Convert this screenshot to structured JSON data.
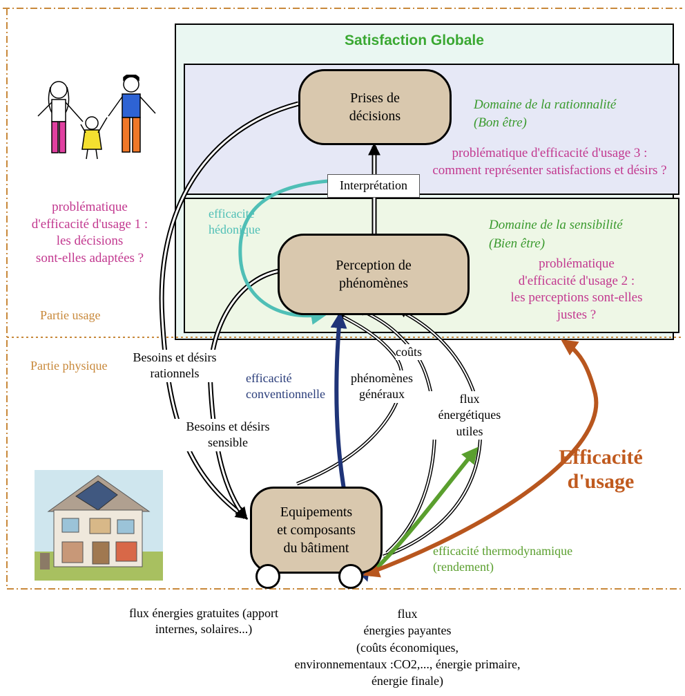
{
  "title": "Satisfaction Globale",
  "domains": {
    "rationality": {
      "name": "Domaine de la rationnalité",
      "sub": "(Bon être)"
    },
    "sensitivity": {
      "name": "Domaine de la sensibilité",
      "sub": "(Bien être)"
    }
  },
  "nodes": {
    "decisions": "Prises de\ndécisions",
    "perception": "Perception de\nphénomènes",
    "equipment": "Equipements\net composants\ndu bâtiment"
  },
  "interpretation": "Interprétation",
  "problems": {
    "p1": "problématique\nd'efficacité d'usage 1 :\nles décisions\nsont-elles adaptées ?",
    "p2": "problématique\nd'efficacité d'usage 2 :\nles perceptions sont-elles\njustes ?",
    "p3": "problématique d'efficacité d'usage 3 :\ncomment représenter satisfactions et désirs ?"
  },
  "parts": {
    "usage": "Partie usage",
    "physique": "Partie physique"
  },
  "labels": {
    "besoins_rationnels": "Besoins et désirs\nrationnels",
    "besoins_sensible": "Besoins et désirs\nsensible",
    "efficacite_hedonique": "efficacité\nhédonique",
    "efficacite_conventionnelle": "efficacité\nconventionnelle",
    "phenomenes_generaux": "phénomènes\ngénéraux",
    "couts": "coûts",
    "flux_energetiques": "flux\nénergétiques\nutiles",
    "efficacite_usage": "Efficacité\nd'usage",
    "efficacite_thermo": "efficacité thermodynamique\n(rendement)",
    "flux_gratuites": "flux énergies gratuites (apport\ninternes, solaires...)",
    "flux_payantes": "flux\nénergies payantes\n(coûts économiques,\nenvironnementaux :CO2,..., énergie primaire,\nénergie finale)"
  },
  "colors": {
    "title_green": "#3aa832",
    "pink": "#c2388f",
    "domain_green": "#3a9a2e",
    "orange_tan": "#c8883a",
    "teal": "#4fbfb6",
    "navy": "#1f3478",
    "arrow_green": "#5a9f2e",
    "arrow_orange": "#b8561e"
  }
}
